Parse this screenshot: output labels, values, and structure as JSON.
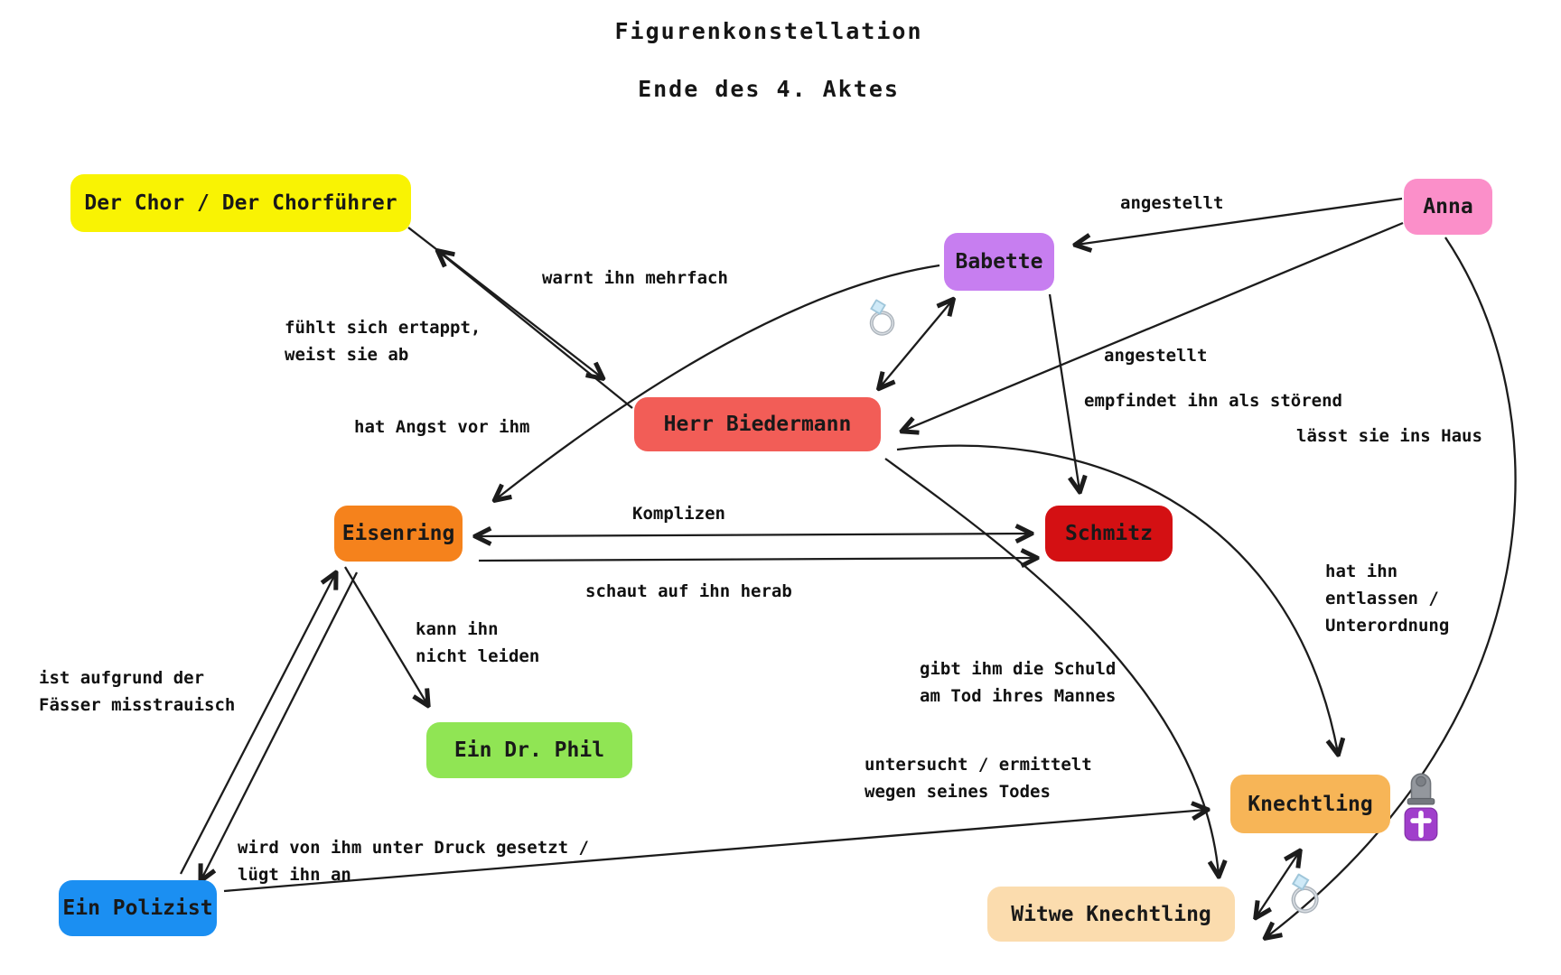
{
  "title": {
    "line1": "Figurenkonstellation",
    "line2": "Ende des 4. Aktes"
  },
  "nodes": {
    "chor": {
      "label": "Der Chor / Der Chorführer",
      "color": "#f9f303"
    },
    "anna": {
      "label": "Anna",
      "color": "#fb8fc9"
    },
    "babette": {
      "label": "Babette",
      "color": "#c77ef0"
    },
    "biedermann": {
      "label": "Herr Biedermann",
      "color": "#f25d57"
    },
    "eisenring": {
      "label": "Eisenring",
      "color": "#f5821c"
    },
    "schmitz": {
      "label": "Schmitz",
      "color": "#d41013"
    },
    "drphil": {
      "label": "Ein Dr. Phil",
      "color": "#90e554"
    },
    "knechtling": {
      "label": "Knechtling",
      "color": "#f7b557"
    },
    "witwe": {
      "label": "Witwe Knechtling",
      "color": "#fbdcae"
    },
    "polizist": {
      "label": "Ein Polizist",
      "color": "#1b8ff2"
    }
  },
  "edges": [
    {
      "from": "chor",
      "to": "biedermann",
      "label": "warnt ihn mehrfach"
    },
    {
      "from": "biedermann",
      "to": "chor",
      "label": "fühlt sich ertappt,\nweist sie ab"
    },
    {
      "from": "biedermann",
      "to": "babette",
      "bidirectional": true,
      "icon": "ring"
    },
    {
      "from": "babette",
      "to": "eisenring",
      "label": "hat Angst vor ihm"
    },
    {
      "from": "anna",
      "to": "babette",
      "label": "angestellt"
    },
    {
      "from": "anna",
      "to": "biedermann",
      "label": "angestellt"
    },
    {
      "from": "babette",
      "to": "schmitz",
      "label": "empfindet ihn als störend"
    },
    {
      "from": "eisenring",
      "to": "schmitz",
      "label": "Komplizen",
      "bidirectional": true
    },
    {
      "from": "eisenring",
      "to": "schmitz",
      "label": "schaut auf ihn herab"
    },
    {
      "from": "eisenring",
      "to": "drphil",
      "label": "kann ihn\nnicht leiden"
    },
    {
      "from": "polizist",
      "to": "eisenring",
      "label": "ist aufgrund der\nFässer misstrauisch"
    },
    {
      "from": "eisenring",
      "to": "polizist",
      "label": "wird von ihm unter Druck gesetzt /\nlügt ihn an"
    },
    {
      "from": "polizist",
      "to": "knechtling",
      "label": "untersucht / ermittelt\nwegen seines Todes"
    },
    {
      "from": "biedermann",
      "to": "knechtling",
      "label": "hat ihn\nentlassen /\nUnterordnung"
    },
    {
      "from": "biedermann",
      "to": "witwe",
      "label": "gibt ihm die Schuld\nam Tod ihres Mannes"
    },
    {
      "from": "anna",
      "to": "witwe",
      "label": "lässt sie ins Haus"
    },
    {
      "from": "knechtling",
      "to": "witwe",
      "bidirectional": true,
      "icon": "ring"
    }
  ],
  "icons": {
    "ring": "wedding-ring",
    "headstone": "headstone",
    "cross": "latin-cross"
  }
}
